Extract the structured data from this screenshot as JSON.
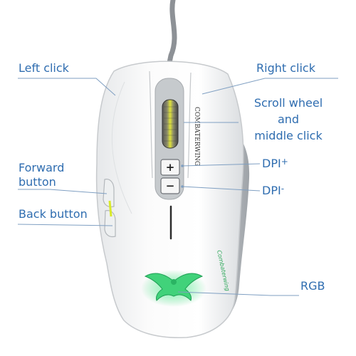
{
  "labels": {
    "left_click": "Left click",
    "right_click": "Right click",
    "scroll_wheel_line1": "Scroll wheel",
    "scroll_wheel_line2": "and",
    "scroll_wheel_line3": "middle click",
    "forward_line1": "Forward",
    "forward_line2": "button",
    "back_button": "Back button",
    "dpi_plus": "DPI",
    "dpi_plus_sign": "+",
    "dpi_minus": "DPI",
    "dpi_minus_sign": "-",
    "rgb": "RGB"
  },
  "device": {
    "brand_text": "COMBATERWING",
    "side_text": "Combaterwing",
    "plus_glyph": "+",
    "minus_glyph": "−"
  },
  "colors": {
    "label_text": "#2f6db0",
    "leader_line": "#7f9fc2",
    "body": "#f4f5f5",
    "grip": "#b9bdc1",
    "led_green": "#3fd67a",
    "wheel_yellow": "#d8dc2a"
  }
}
